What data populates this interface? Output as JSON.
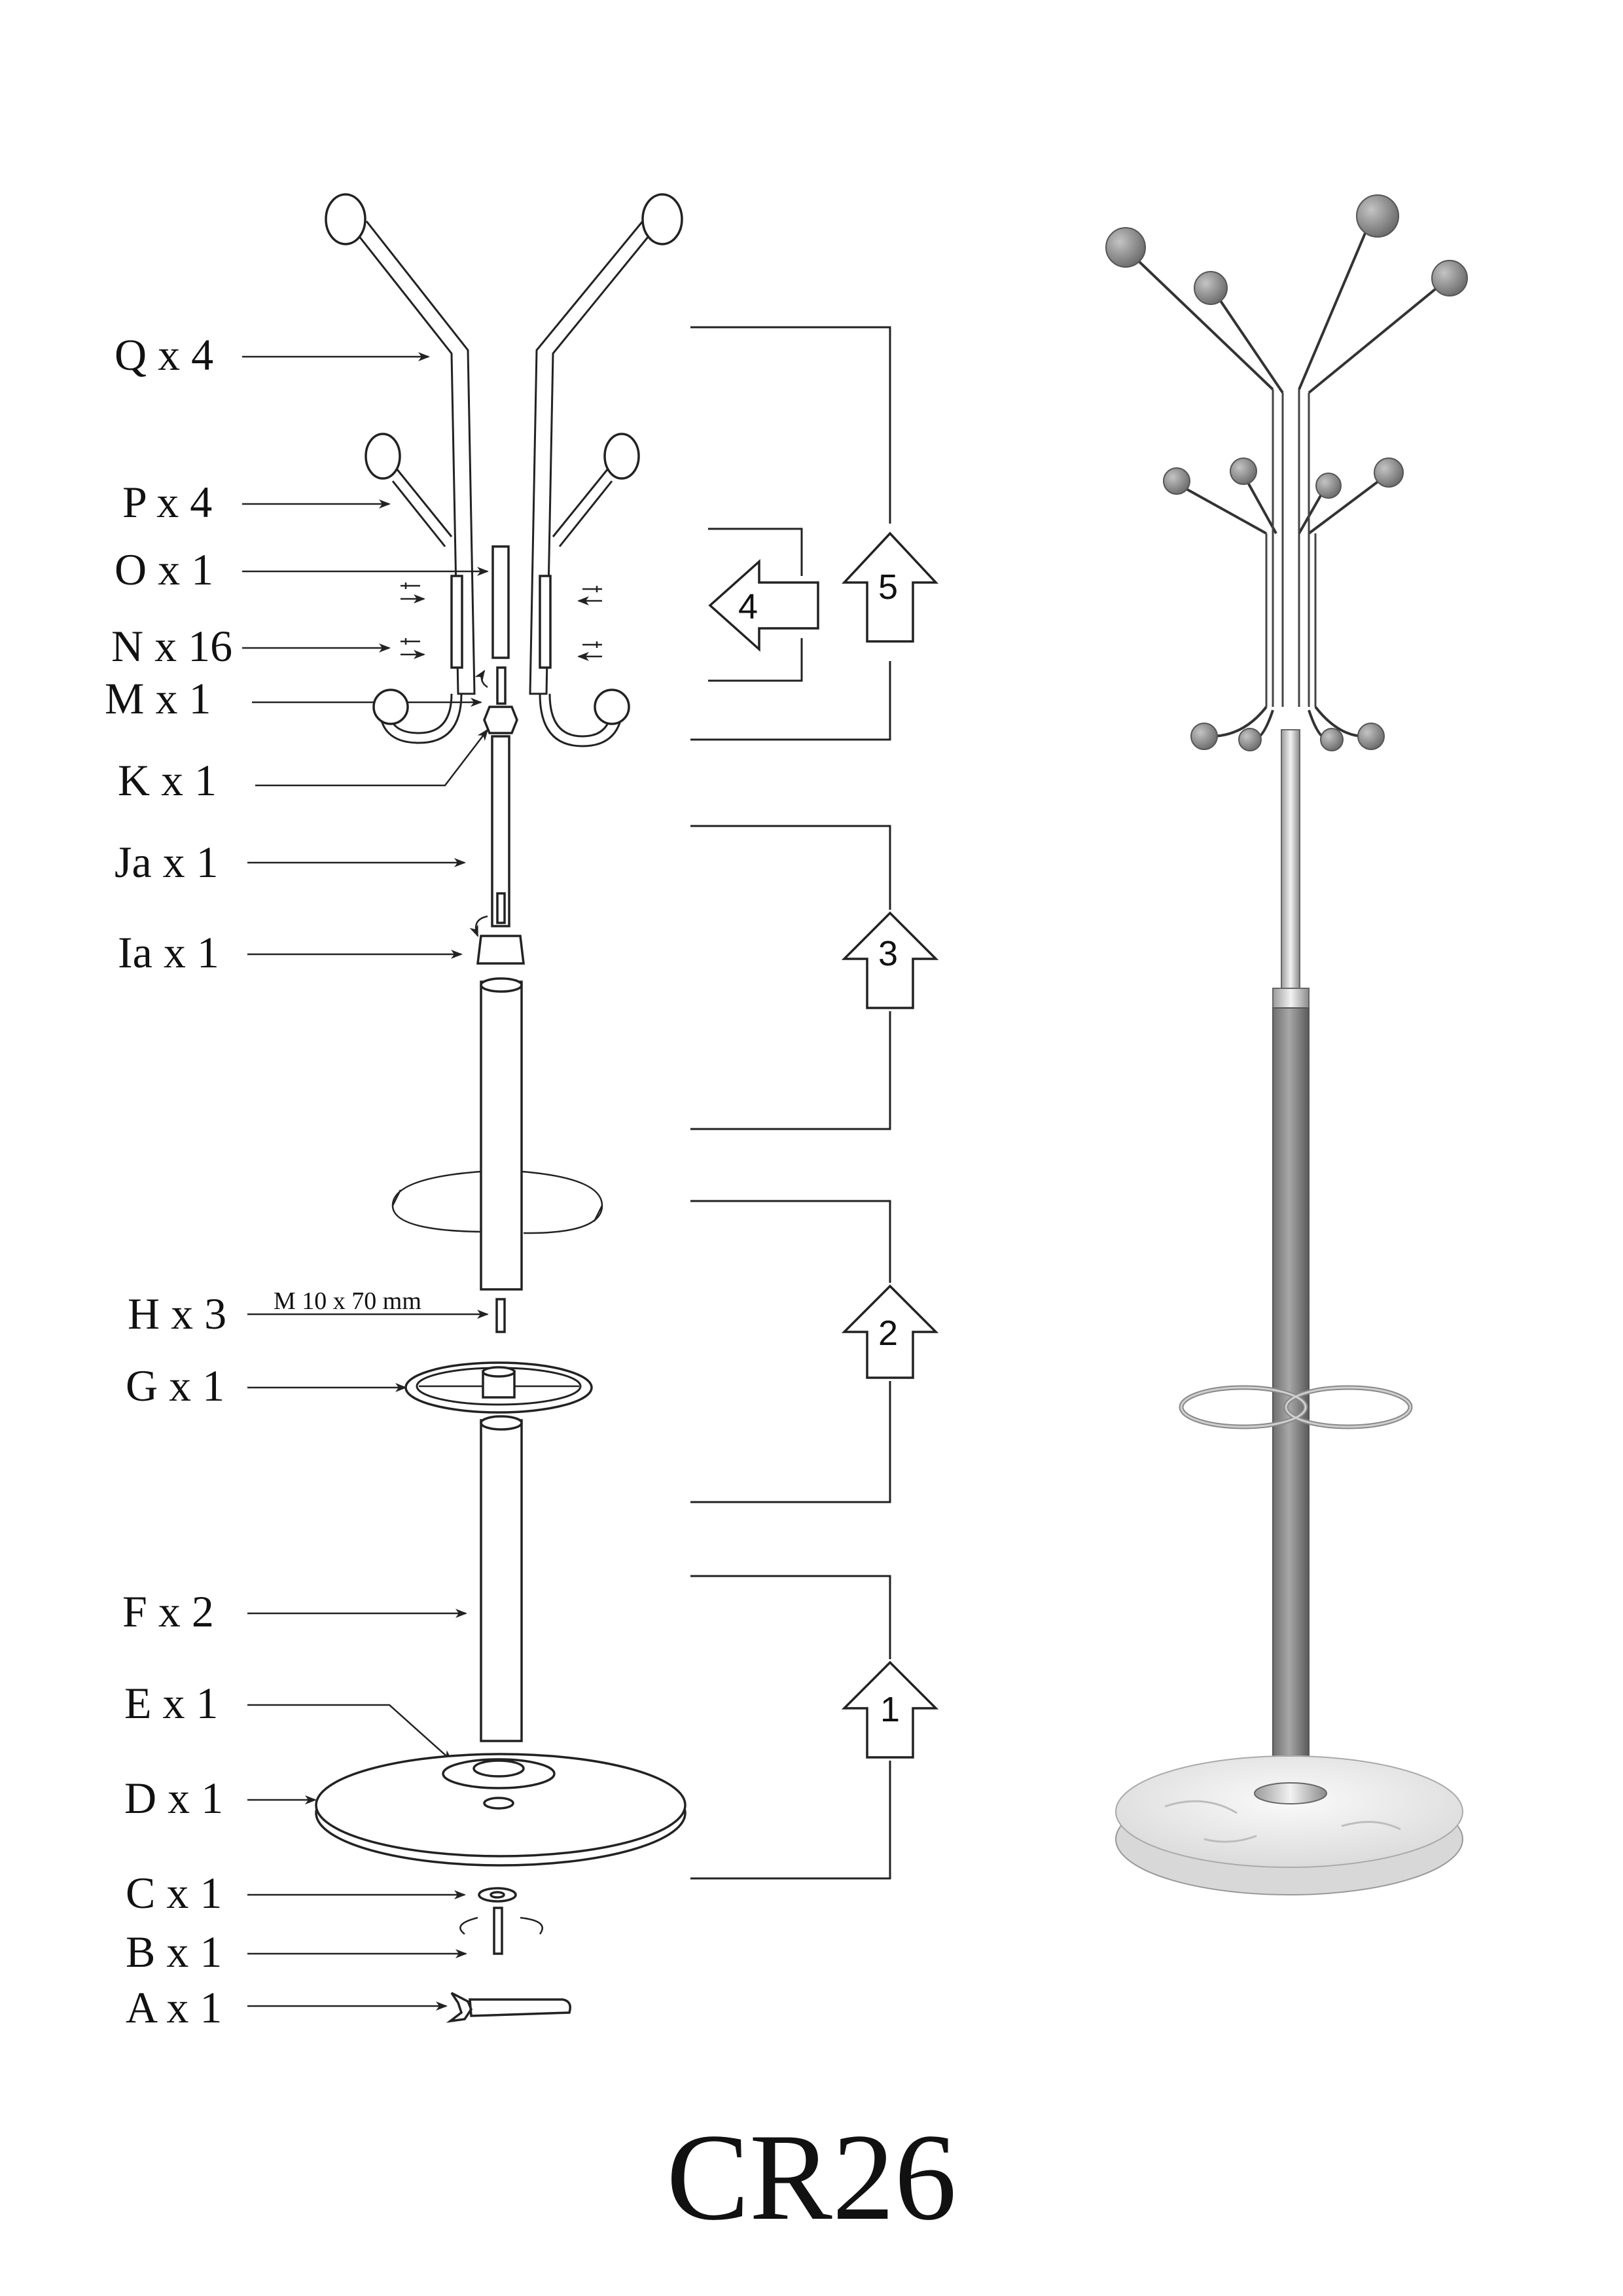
{
  "parts": [
    {
      "id": "Q",
      "label": "Q x 4"
    },
    {
      "id": "P",
      "label": "P x 4"
    },
    {
      "id": "O",
      "label": "O x 1"
    },
    {
      "id": "N",
      "label": "N x 16"
    },
    {
      "id": "M",
      "label": "M x 1"
    },
    {
      "id": "K",
      "label": "K x 1"
    },
    {
      "id": "Ja",
      "label": "Ja x 1"
    },
    {
      "id": "Ia",
      "label": "Ia x 1"
    },
    {
      "id": "H",
      "label": "H x 3"
    },
    {
      "id": "G",
      "label": "G x 1"
    },
    {
      "id": "F",
      "label": "F x 2"
    },
    {
      "id": "E",
      "label": "E x 1"
    },
    {
      "id": "D",
      "label": "D x 1"
    },
    {
      "id": "C",
      "label": "C x 1"
    },
    {
      "id": "B",
      "label": "B x 1"
    },
    {
      "id": "A",
      "label": "A x 1"
    }
  ],
  "bolt_spec": "M 10 x 70 mm",
  "steps": [
    "1",
    "2",
    "3",
    "4",
    "5"
  ],
  "model_code": "CR26"
}
